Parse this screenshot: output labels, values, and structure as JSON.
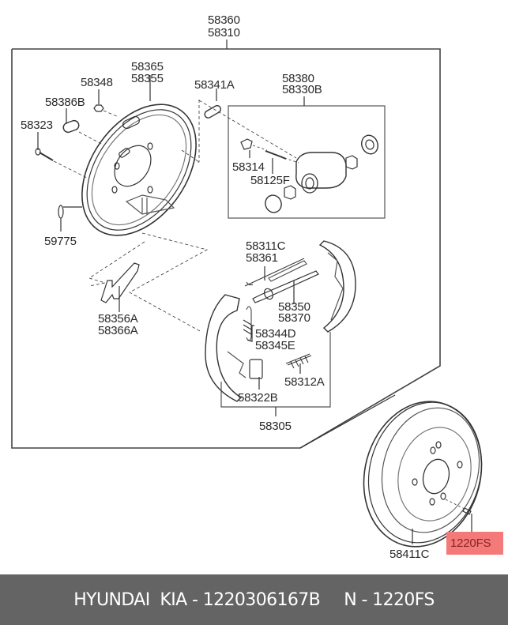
{
  "diagram": {
    "title": "Rear drum brake assembly exploded view",
    "callouts": {
      "assembly_top": [
        "58360",
        "58310"
      ],
      "backing_plate": [
        "58365",
        "58355"
      ],
      "bolt_58348": "58348",
      "plug_58386B": "58386B",
      "pin_58323": "58323",
      "gasket_58341A": "58341A",
      "wheel_cylinder": [
        "58380",
        "58330B"
      ],
      "bleeder_cap": "58314",
      "bleeder_screw": "58125F",
      "spring_59775": "59775",
      "lever": [
        "58356A",
        "58366A"
      ],
      "adjuster_spring": [
        "58311C",
        "58361"
      ],
      "adjuster": [
        "58350",
        "58370"
      ],
      "hold_spring": [
        "58344D",
        "58345E"
      ],
      "retainer": "58322B",
      "return_spring": "58312A",
      "shoe_set": "58305",
      "brake_drum": "58411C",
      "drum_screw": "1220FS"
    },
    "highlight_color": "#f47a7a"
  },
  "footer": {
    "brand": "HYUNDAI  KIA - 1220306167B",
    "part": "N - 1220FS"
  }
}
